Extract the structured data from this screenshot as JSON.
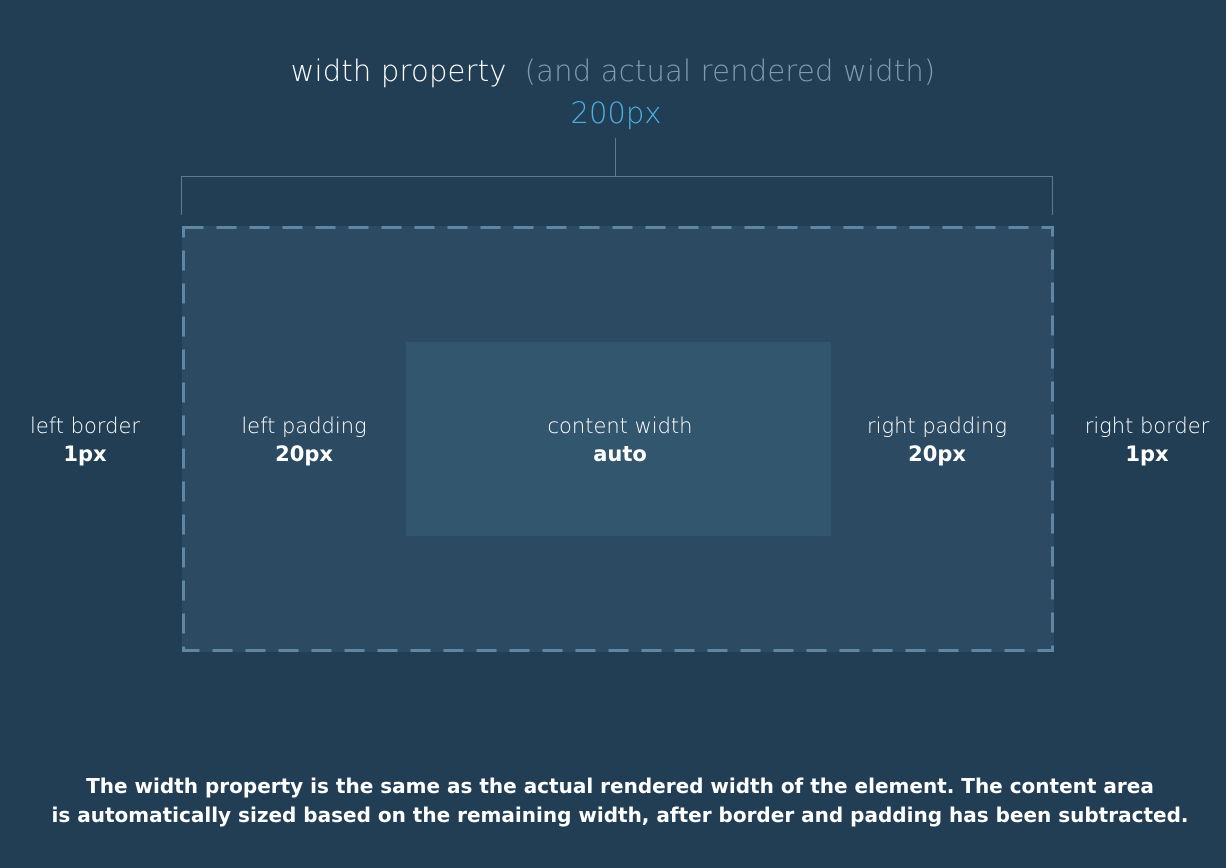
{
  "title": {
    "main": "width property",
    "sub": "(and actual rendered width)"
  },
  "width_value": "200px",
  "labels": {
    "left_border": {
      "name": "left border",
      "value": "1px"
    },
    "left_padding": {
      "name": "left padding",
      "value": "20px"
    },
    "content": {
      "name": "content width",
      "value": "auto"
    },
    "right_padding": {
      "name": "right padding",
      "value": "20px"
    },
    "right_border": {
      "name": "right border",
      "value": "1px"
    }
  },
  "caption": {
    "line1": "The width property is the same as the actual rendered width of the element. The content area",
    "line2": "is automatically sized based on the remaining width, after border and padding has been subtracted."
  },
  "colors": {
    "background": "#213e55",
    "element_box": "#2c4b62",
    "content_area": "#33566f",
    "dashed_border": "#5f86a2",
    "accent_value": "#4bb0e0",
    "muted_text": "#7f9bb1"
  }
}
